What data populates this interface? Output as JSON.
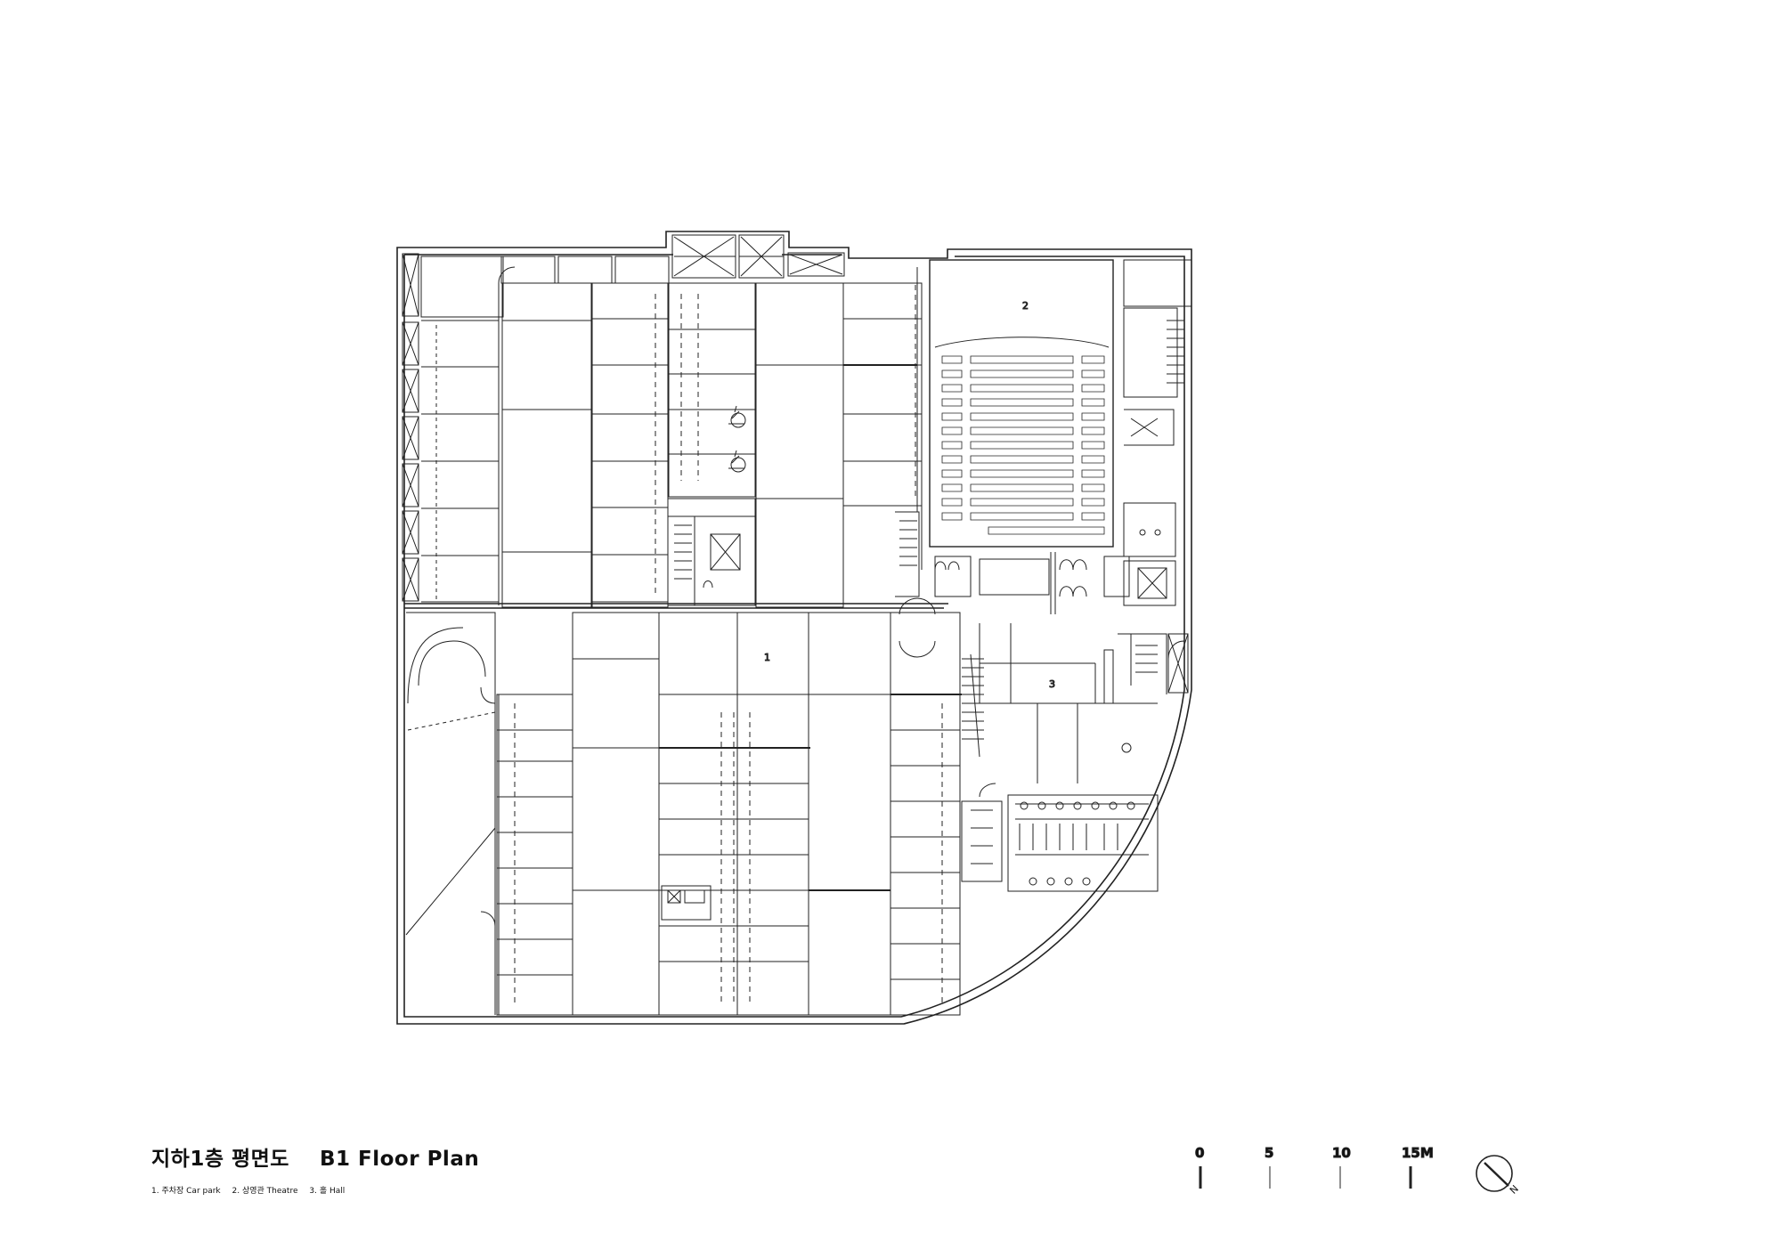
{
  "title": {
    "korean": "지하1층 평면도",
    "english": "B1 Floor Plan"
  },
  "legend": [
    "1. 주차장 Car park",
    "2. 상영관 Theatre",
    "3. 홀  Hall"
  ],
  "room_labels": {
    "car_park": "1",
    "theatre": "2",
    "hall": "3"
  },
  "scale_bar": [
    "0",
    "5",
    "10",
    "15M"
  ],
  "north_arrow": "N"
}
